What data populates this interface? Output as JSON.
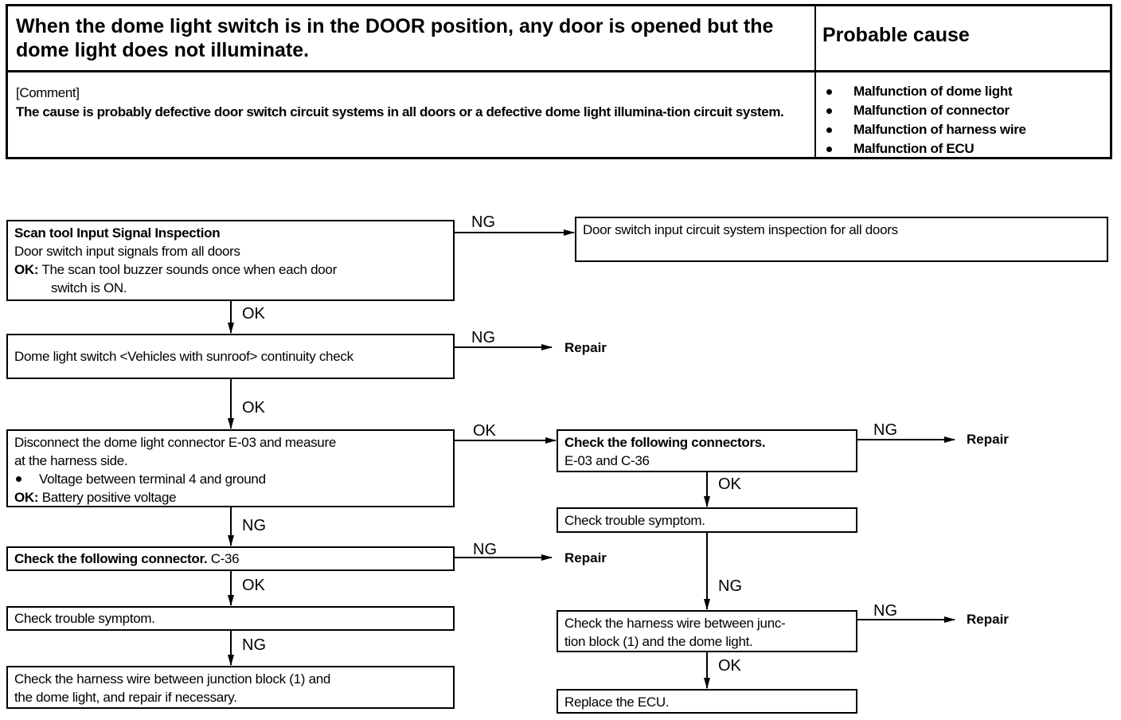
{
  "header": {
    "title": "When the dome light switch is in the DOOR position, any door is opened but the dome light does not illuminate.",
    "cause_heading": "Probable cause",
    "comment_label": "[Comment]",
    "comment_body": "The cause is probably defective door switch circuit systems in all doors or a defective dome light illumina-tion circuit system.",
    "causes": [
      "Malfunction of dome light",
      "Malfunction of connector",
      "Malfunction of harness wire",
      "Malfunction of ECU"
    ]
  },
  "flow": {
    "box1": {
      "title": "Scan tool Input Signal Inspection",
      "line": "Door switch input signals from all doors",
      "ok_label": "OK:",
      "ok_text": "The scan tool buzzer sounds once when each door",
      "ok_text2": "switch is ON."
    },
    "box_door_circuit": "Door switch input circuit system inspection for all doors",
    "box2": "Dome light switch <Vehicles with sunroof> continuity check",
    "box3": {
      "line1": "Disconnect the dome light connector E-03 and measure",
      "line2": "at the harness side.",
      "bullet": "Voltage between terminal 4 and ground",
      "ok_label": "OK:",
      "ok_text": "Battery positive voltage"
    },
    "box4": {
      "title": "Check the following connector.",
      "suffix": "C-36"
    },
    "box5": "Check trouble symptom.",
    "box6": {
      "line1": "Check the harness wire between junction block (1) and",
      "line2": "the dome light, and repair if necessary."
    },
    "box7": {
      "title": "Check the following connectors.",
      "line": "E-03 and C-36"
    },
    "box8": "Check trouble symptom.",
    "box9": {
      "line1": "Check the harness wire between junc-",
      "line2": "tion block (1) and the dome light."
    },
    "box10": "Replace the ECU.",
    "labels": {
      "ng": "NG",
      "ok": "OK",
      "repair": "Repair"
    }
  }
}
